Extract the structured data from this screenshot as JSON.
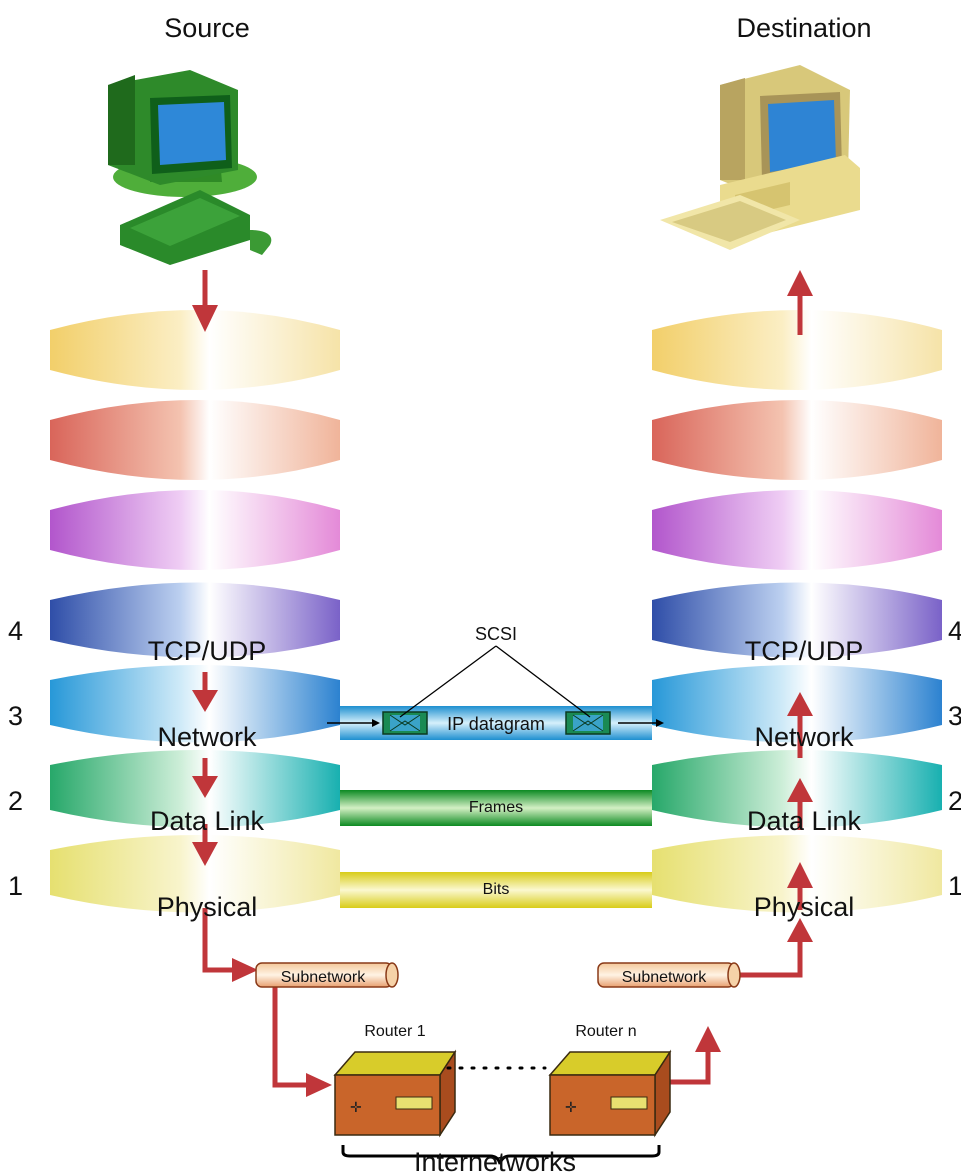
{
  "source_label": "Source",
  "destination_label": "Destination",
  "layer_numbers": [
    "4",
    "3",
    "2",
    "1"
  ],
  "layers": {
    "transport": "TCP/UDP",
    "network": "Network",
    "data_link": "Data Link",
    "physical": "Physical"
  },
  "scsi_label": "SCSI",
  "links": {
    "network": "IP datagram",
    "data_link": "Frames",
    "physical": "Bits"
  },
  "subnetwork_label": "Subnetwork",
  "router_1_label": "Router 1",
  "router_n_label": "Router n",
  "internetworks_label": "Internetworks",
  "colors": {
    "arrow": "#c0363a",
    "layer_top": "#f5d878",
    "layer_2nd": "#e06b62",
    "layer_3rd": "#c05ad0",
    "transport": "#3a54b8",
    "network": "#2a9fd8",
    "data_link": "#22a66a",
    "physical": "#eadf66",
    "link_blue": "#2aa4e0",
    "link_green": "#10962a",
    "link_yellow": "#e4d820",
    "router_top": "#d8cc2a",
    "router_body": "#c9652a"
  }
}
